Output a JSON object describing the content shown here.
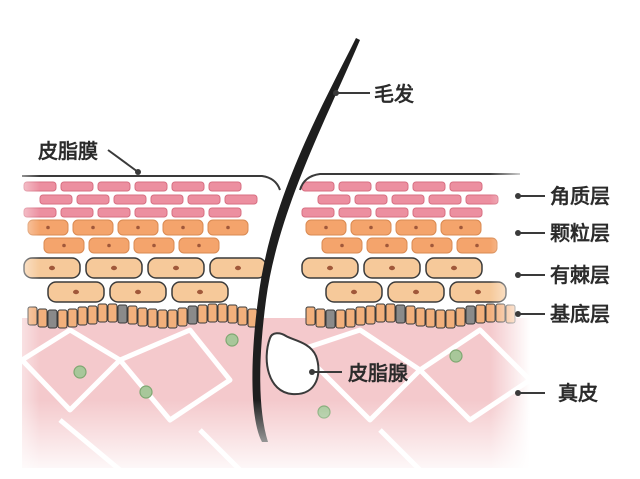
{
  "labels": {
    "hair": "毛发",
    "sebum_film": "皮脂膜",
    "stratum_corneum": "角质层",
    "stratum_granulosum": "颗粒层",
    "stratum_spinosum": "有棘层",
    "stratum_basale": "基底层",
    "dermis": "真皮",
    "sebaceous_gland": "皮脂腺"
  },
  "colors": {
    "outline": "#3a3a3a",
    "corneum_cell": "#ec8fa0",
    "granular_cell": "#f4a46c",
    "spinous_cell": "#f6c99a",
    "basal_cell": "#f2b07c",
    "basal_dark_cell": "#8a8a8a",
    "nucleus": "#a0583a",
    "dermis_fill": "#f4c9cc",
    "dermis_line": "#ffffff",
    "green_dot": "#a8c79a",
    "hair": "#1e1e1e"
  }
}
